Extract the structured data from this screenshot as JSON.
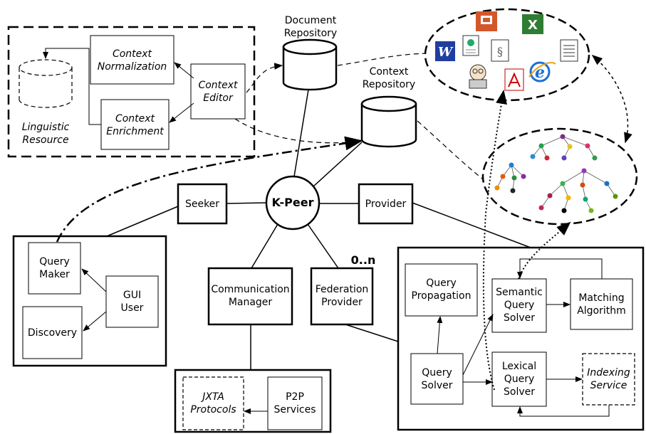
{
  "labels": {
    "document_repository": "Document\nRepository",
    "context_repository": "Context\nRepository",
    "context_normalization": "Context\nNormalization",
    "context_editor": "Context\nEditor",
    "context_enrichment": "Context\nEnrichment",
    "linguistic_resource": "Linguistic\nResource",
    "seeker": "Seeker",
    "k_peer": "K-Peer",
    "provider": "Provider",
    "query_maker": "Query\nMaker",
    "gui_user": "GUI\nUser",
    "discovery": "Discovery",
    "communication_manager": "Communication\nManager",
    "federation_provider": "Federation\nProvider",
    "multiplicity": "0..n",
    "query_propagation": "Query\nPropagation",
    "semantic_query_solver": "Semantic\nQuery\nSolver",
    "matching_algorithm": "Matching\nAlgorithm",
    "query_solver": "Query\nSolver",
    "lexical_query_solver": "Lexical\nQuery\nSolver",
    "indexing_service": "Indexing\nService",
    "jxta_protocols": "JXTA\nProtocols",
    "p2p_services": "P2P\nServices"
  },
  "document_icons": [
    "word-icon",
    "powerpoint-icon",
    "excel-icon",
    "image-doc-icon",
    "script-icon",
    "notepad-icon",
    "agent-icon",
    "pdf-icon",
    "ie-icon"
  ],
  "colors": {
    "stroke": "#000000",
    "background": "#ffffff"
  }
}
